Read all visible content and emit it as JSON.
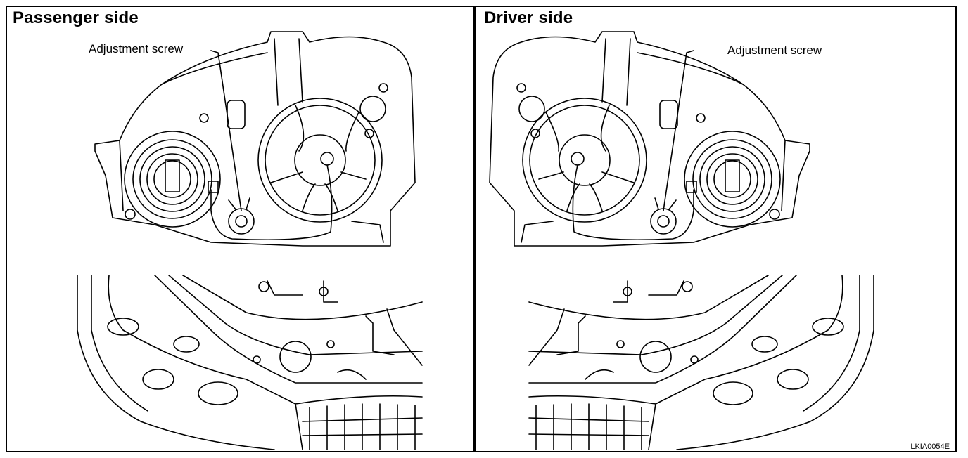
{
  "panels": {
    "left": {
      "title": "Passenger side",
      "callout": "Adjustment screw"
    },
    "right": {
      "title": "Driver side",
      "callout": "Adjustment screw"
    }
  },
  "figure_code": "LKIA0054E",
  "colors": {
    "line": "#000000",
    "background": "#ffffff"
  }
}
